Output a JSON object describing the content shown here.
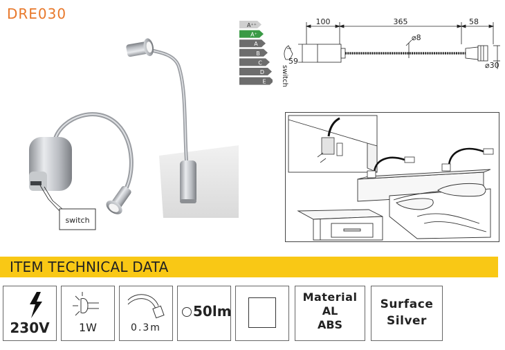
{
  "product_code": "DRE030",
  "photo": {
    "switch_label": "switch"
  },
  "energy_classes": [
    {
      "label": "A⁺⁺",
      "color": "#cfcfcf",
      "text": "#333"
    },
    {
      "label": "A⁺",
      "color": "#3a9a45",
      "text": "#fff"
    },
    {
      "label": "A",
      "color": "#6d6d6d",
      "text": "#fff"
    },
    {
      "label": "B",
      "color": "#6d6d6d",
      "text": "#fff"
    },
    {
      "label": "C",
      "color": "#6d6d6d",
      "text": "#fff"
    },
    {
      "label": "D",
      "color": "#6d6d6d",
      "text": "#fff"
    },
    {
      "label": "E",
      "color": "#6d6d6d",
      "text": "#fff"
    }
  ],
  "drawing": {
    "dim_body": "100",
    "dim_arm": "365",
    "dim_head": "58",
    "dim_arm_dia": "⌀8",
    "dim_height": "59",
    "dim_head_dia": "⌀30",
    "switch_label": "switch"
  },
  "banner": {
    "title": "ITEM TECHNICAL DATA"
  },
  "specs": {
    "voltage": "230V",
    "power": "1W",
    "cable": "0.3m",
    "lumen": "50lm",
    "material_title": "Material",
    "material_1": "AL",
    "material_2": "ABS",
    "surface_title": "Surface",
    "surface_value": "Silver"
  }
}
